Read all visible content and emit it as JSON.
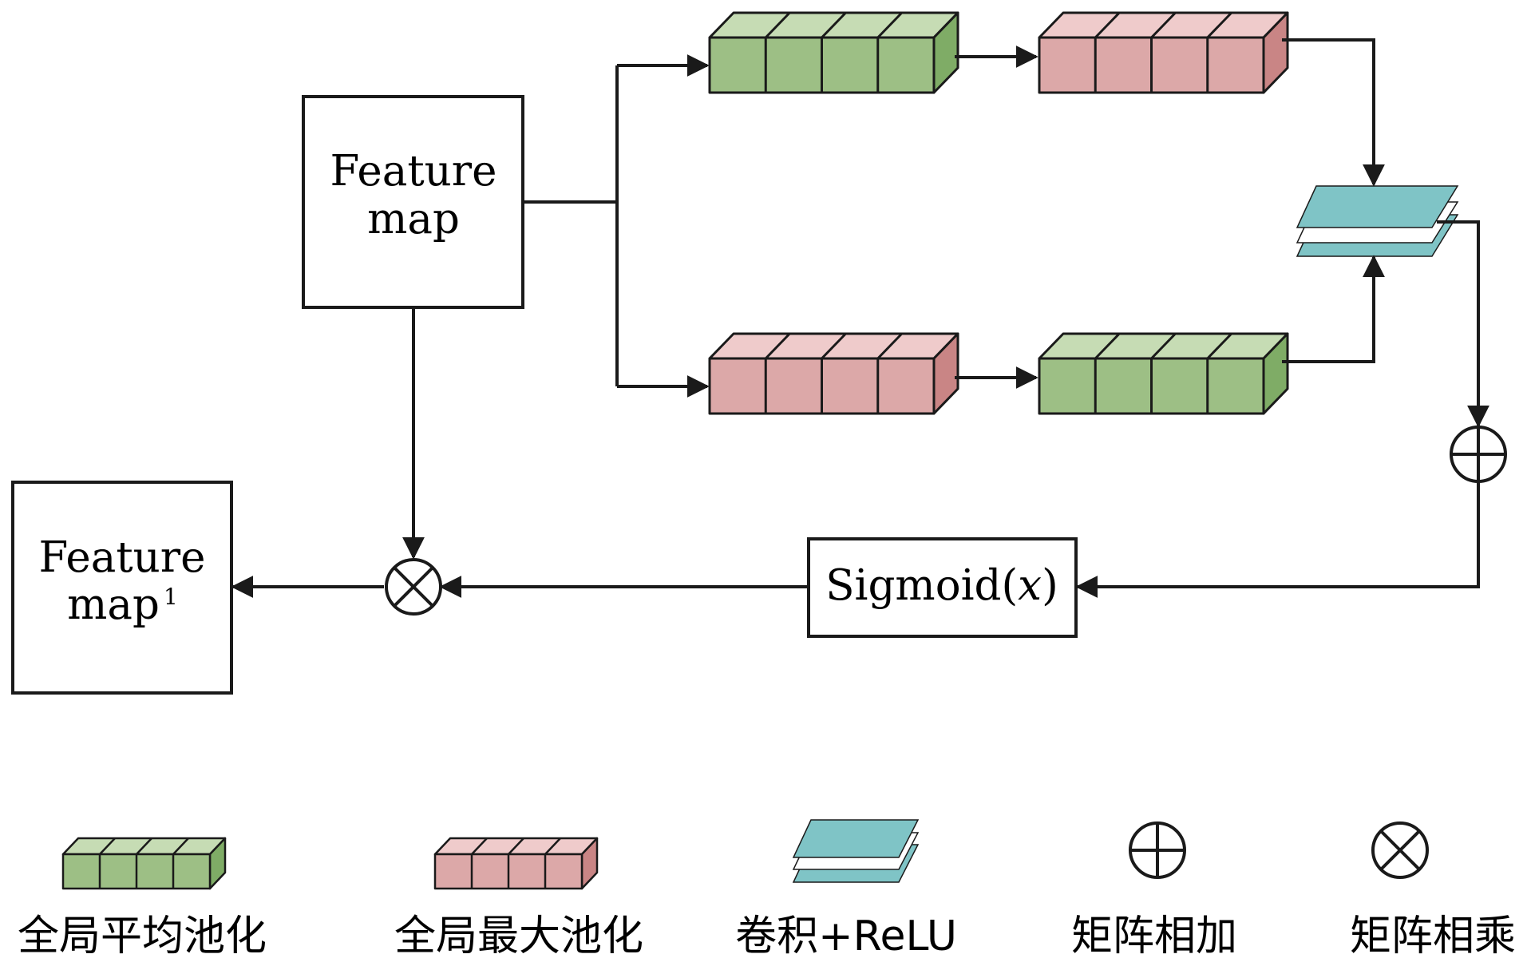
{
  "nodes": {
    "input_map": {
      "line1": "Feature",
      "line2": "map"
    },
    "output_map": {
      "line1": "Feature",
      "line2": "map",
      "superscript": "1"
    },
    "sigmoid": {
      "prefix": "Sigmoid(",
      "var": "x",
      "suffix": ")"
    }
  },
  "legend": {
    "gap": "全局平均池化",
    "gmp": "全局最大池化",
    "conv": "卷积+ReLU",
    "add": "矩阵相加",
    "mul": "矩阵相乘"
  },
  "colors": {
    "green_front": "#9dbf85",
    "green_top": "#c6dcb4",
    "green_side": "#7fac66",
    "pink_front": "#dca8a8",
    "pink_top": "#efcbcb",
    "pink_side": "#c98585",
    "teal": "#7fc4c6",
    "stroke": "#1a1a1a"
  },
  "icons": [
    "add-icon",
    "multiply-icon"
  ]
}
